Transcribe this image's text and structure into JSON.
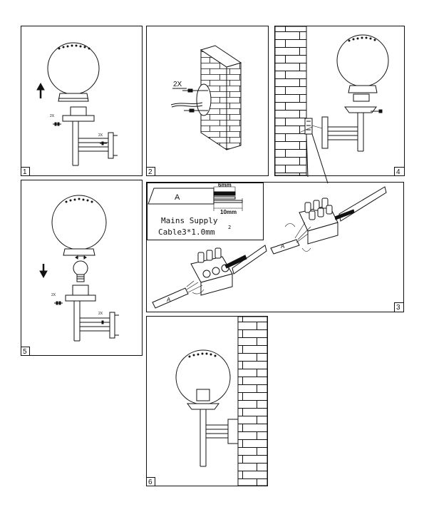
{
  "panels": [
    {
      "id": "p1",
      "number": "1",
      "small_labels": [
        "2X",
        "2X"
      ]
    },
    {
      "id": "p2",
      "number": "2",
      "label": "2X"
    },
    {
      "id": "p4",
      "number": "4"
    },
    {
      "id": "p5",
      "number": "5",
      "small_labels": [
        "2X",
        "2X"
      ]
    },
    {
      "id": "p3",
      "number": "3",
      "cable_box": {
        "letter": "A",
        "dim_top": "6mm",
        "dim_bottom": "10mm",
        "caption_line1": "Mains Supply",
        "caption_line2": "Cable3*1.0mm",
        "caption_sup": "2"
      }
    },
    {
      "id": "p6",
      "number": "6"
    }
  ]
}
